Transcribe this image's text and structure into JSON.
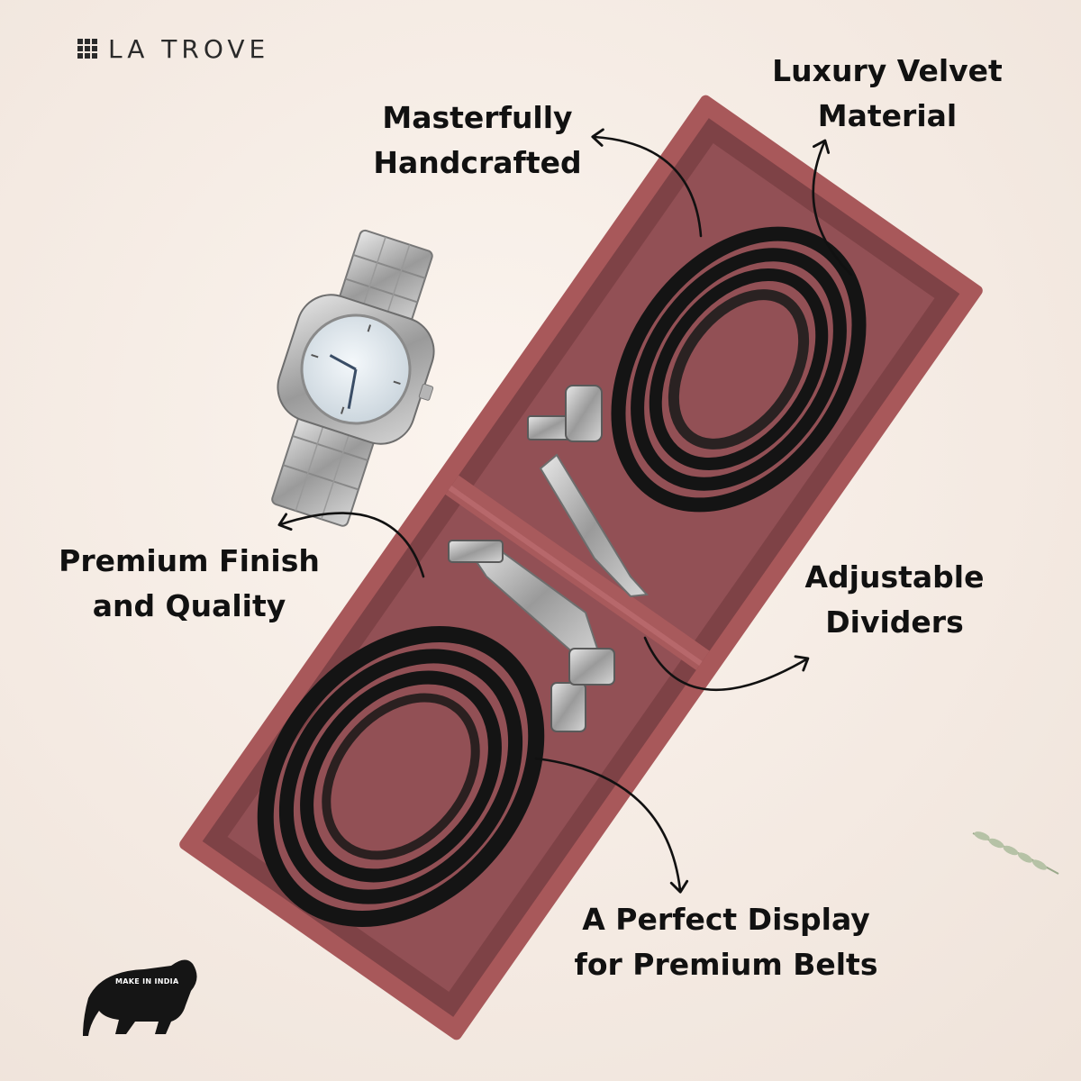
{
  "brand": {
    "name": "LA TROVE",
    "icon": "grid-logo-icon"
  },
  "labels": {
    "handcrafted": [
      "Masterfully",
      "Handcrafted"
    ],
    "velvet": [
      "Luxury Velvet",
      "Material"
    ],
    "finish": [
      "Premium Finish",
      "and Quality"
    ],
    "dividers": [
      "Adjustable",
      "Dividers"
    ],
    "display": [
      "A Perfect Display",
      "for Premium Belts"
    ]
  },
  "badge": {
    "text": "MAKE IN INDIA",
    "icon": "lion-icon"
  },
  "colors": {
    "background": "#f6ede6",
    "velvet": "#a8585a",
    "velvet_inner": "#925055",
    "belt": "#141414",
    "text": "#111111"
  }
}
